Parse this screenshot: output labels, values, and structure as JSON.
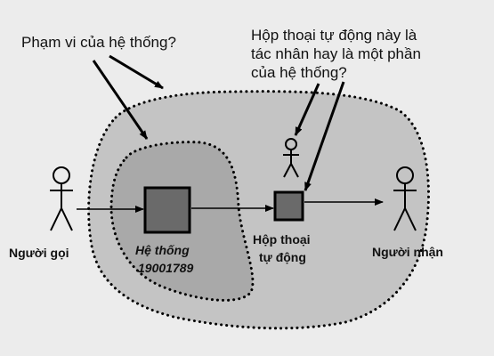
{
  "question_scope": "Phạm vi của hệ thống?",
  "question_dialog": {
    "line1": "Hộp thoại tự động này là",
    "line2": "tác nhân hay là một phần",
    "line3": "của hệ thống?"
  },
  "caller_label": "Người gọi",
  "system_label": {
    "line1": "Hệ thống",
    "line2": "19001789"
  },
  "dialog_label": {
    "line1": "Hộp thoại",
    "line2": "tự động"
  },
  "receiver_label": "Người nhận",
  "colors": {
    "background": "#ececec",
    "outer_region": "#c4c4c4",
    "inner_region": "#a9a9a9",
    "box_fill": "#6a6a6a",
    "stroke": "#000000"
  }
}
